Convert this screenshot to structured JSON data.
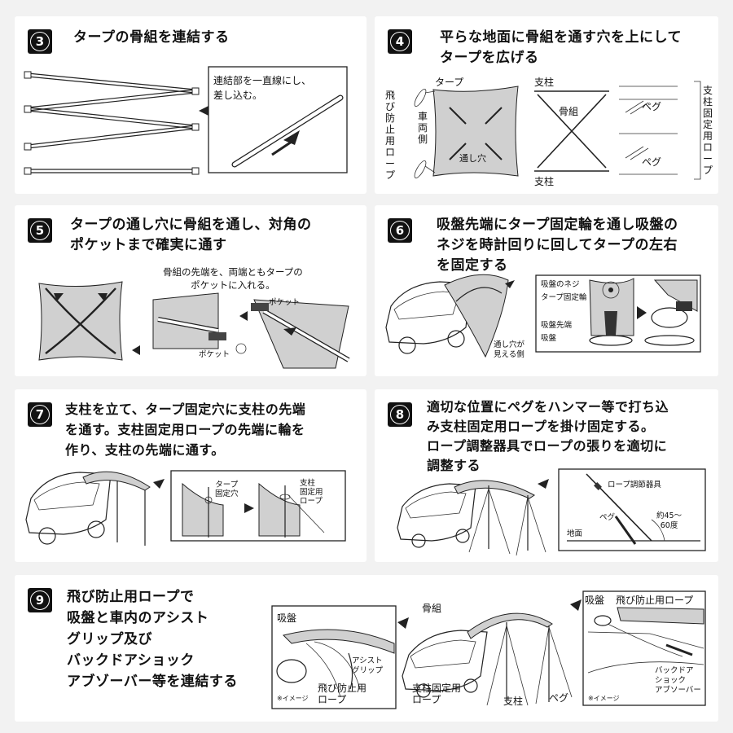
{
  "steps": [
    {
      "num": "3",
      "title": [
        "タープの骨組を連結する"
      ],
      "labels": {
        "note": [
          "連結部を一直線にし、",
          "差し込む。"
        ]
      }
    },
    {
      "num": "4",
      "title": [
        "平らな地面に骨組を通す穴を上にして",
        "タープを広げる"
      ],
      "labels": {
        "tarp": "タープ",
        "pole_top": "支柱",
        "pole_bottom": "支柱",
        "frame": "骨組",
        "car_side": "車両側",
        "hole": "通し穴",
        "peg1": "ペグ",
        "peg2": "ペグ",
        "antifly": "飛び防止用ロープ",
        "polefix": "支柱固定用ロープ"
      }
    },
    {
      "num": "5",
      "title": [
        "タープの通し穴に骨組を通し、対角の",
        "ポケットまで確実に通す"
      ],
      "labels": {
        "note": [
          "骨組の先端を、両端ともタープの",
          "ポケットに入れる。"
        ],
        "pocket1": "ポケット",
        "pocket2": "ポケット"
      }
    },
    {
      "num": "6",
      "title": [
        "吸盤先端にタープ固定輪を通し吸盤の",
        "ネジを時計回りに回してタープの左右",
        "を固定する"
      ],
      "labels": {
        "screw": "吸盤のネジ",
        "ring": "タープ固定輪",
        "tip": "吸盤先端",
        "sucker": "吸盤",
        "visible": [
          "通し穴が",
          "見える側"
        ]
      }
    },
    {
      "num": "7",
      "title": [
        "支柱を立て、タープ固定穴に支柱の先端",
        "を通す。支柱固定用ロープの先端に輪を",
        "作り、支柱の先端に通す。"
      ],
      "labels": {
        "fixhole": [
          "タープ",
          "固定穴"
        ],
        "rope": [
          "支柱",
          "固定用",
          "ロープ"
        ]
      }
    },
    {
      "num": "8",
      "title": [
        "適切な位置にペグをハンマー等で打ち込",
        "み支柱固定用ロープを掛け固定する。",
        "ロープ調整器具でロープの張りを適切に",
        "調整する"
      ],
      "labels": {
        "adjuster": "ロープ調節器具",
        "peg": "ペグ",
        "ground": "地面",
        "angle": [
          "約45～",
          "60度"
        ]
      }
    },
    {
      "num": "9",
      "title": [
        "飛び防止用ロープで",
        "吸盤と車内のアシスト",
        "グリップ及び",
        "バックドアショック",
        "アブゾーバー等を連結する"
      ],
      "labels": {
        "sucker_l": "吸盤",
        "assist": [
          "アシスト",
          "グリップ"
        ],
        "antifly_l": [
          "飛び防止用",
          "ロープ"
        ],
        "image_l": "※イメージ",
        "frame": "骨組",
        "polerope": [
          "支柱固定用",
          "ロープ"
        ],
        "pole": "支柱",
        "peg": "ペグ",
        "sucker_r": "吸盤",
        "antifly_r": "飛び防止用ロープ",
        "backdoor": [
          "バックドア",
          "ショック",
          "アブソーバー"
        ],
        "image_r": "※イメージ"
      }
    }
  ],
  "colors": {
    "badge": "#111111",
    "tarp": "#d0d0d0",
    "panel": "#ffffff",
    "background": "#f2f2f2"
  }
}
